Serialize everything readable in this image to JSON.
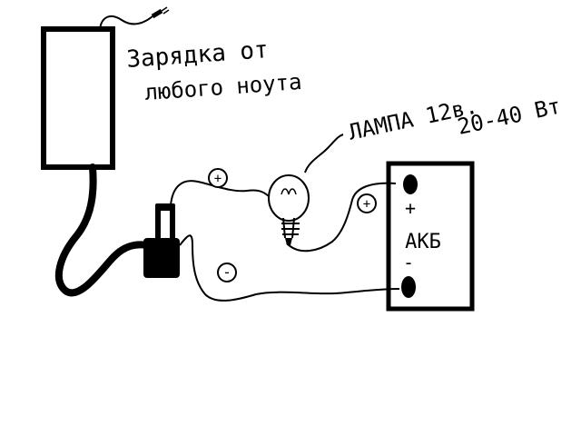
{
  "labels": {
    "charger_line1": "Зарядка от",
    "charger_line2": "любого ноута",
    "lamp_line1": "ЛАМПА 12в.",
    "lamp_line2": "20-40 Вт",
    "battery_plus": "+",
    "battery_name": "АКБ",
    "battery_minus": "-",
    "wire_plus_mark": "+",
    "wire_minus_mark": "-",
    "terminal_plus_mark": "+"
  },
  "colors": {
    "ink": "#000000",
    "paper": "#ffffff",
    "bulb_fill": "#ffffff"
  }
}
